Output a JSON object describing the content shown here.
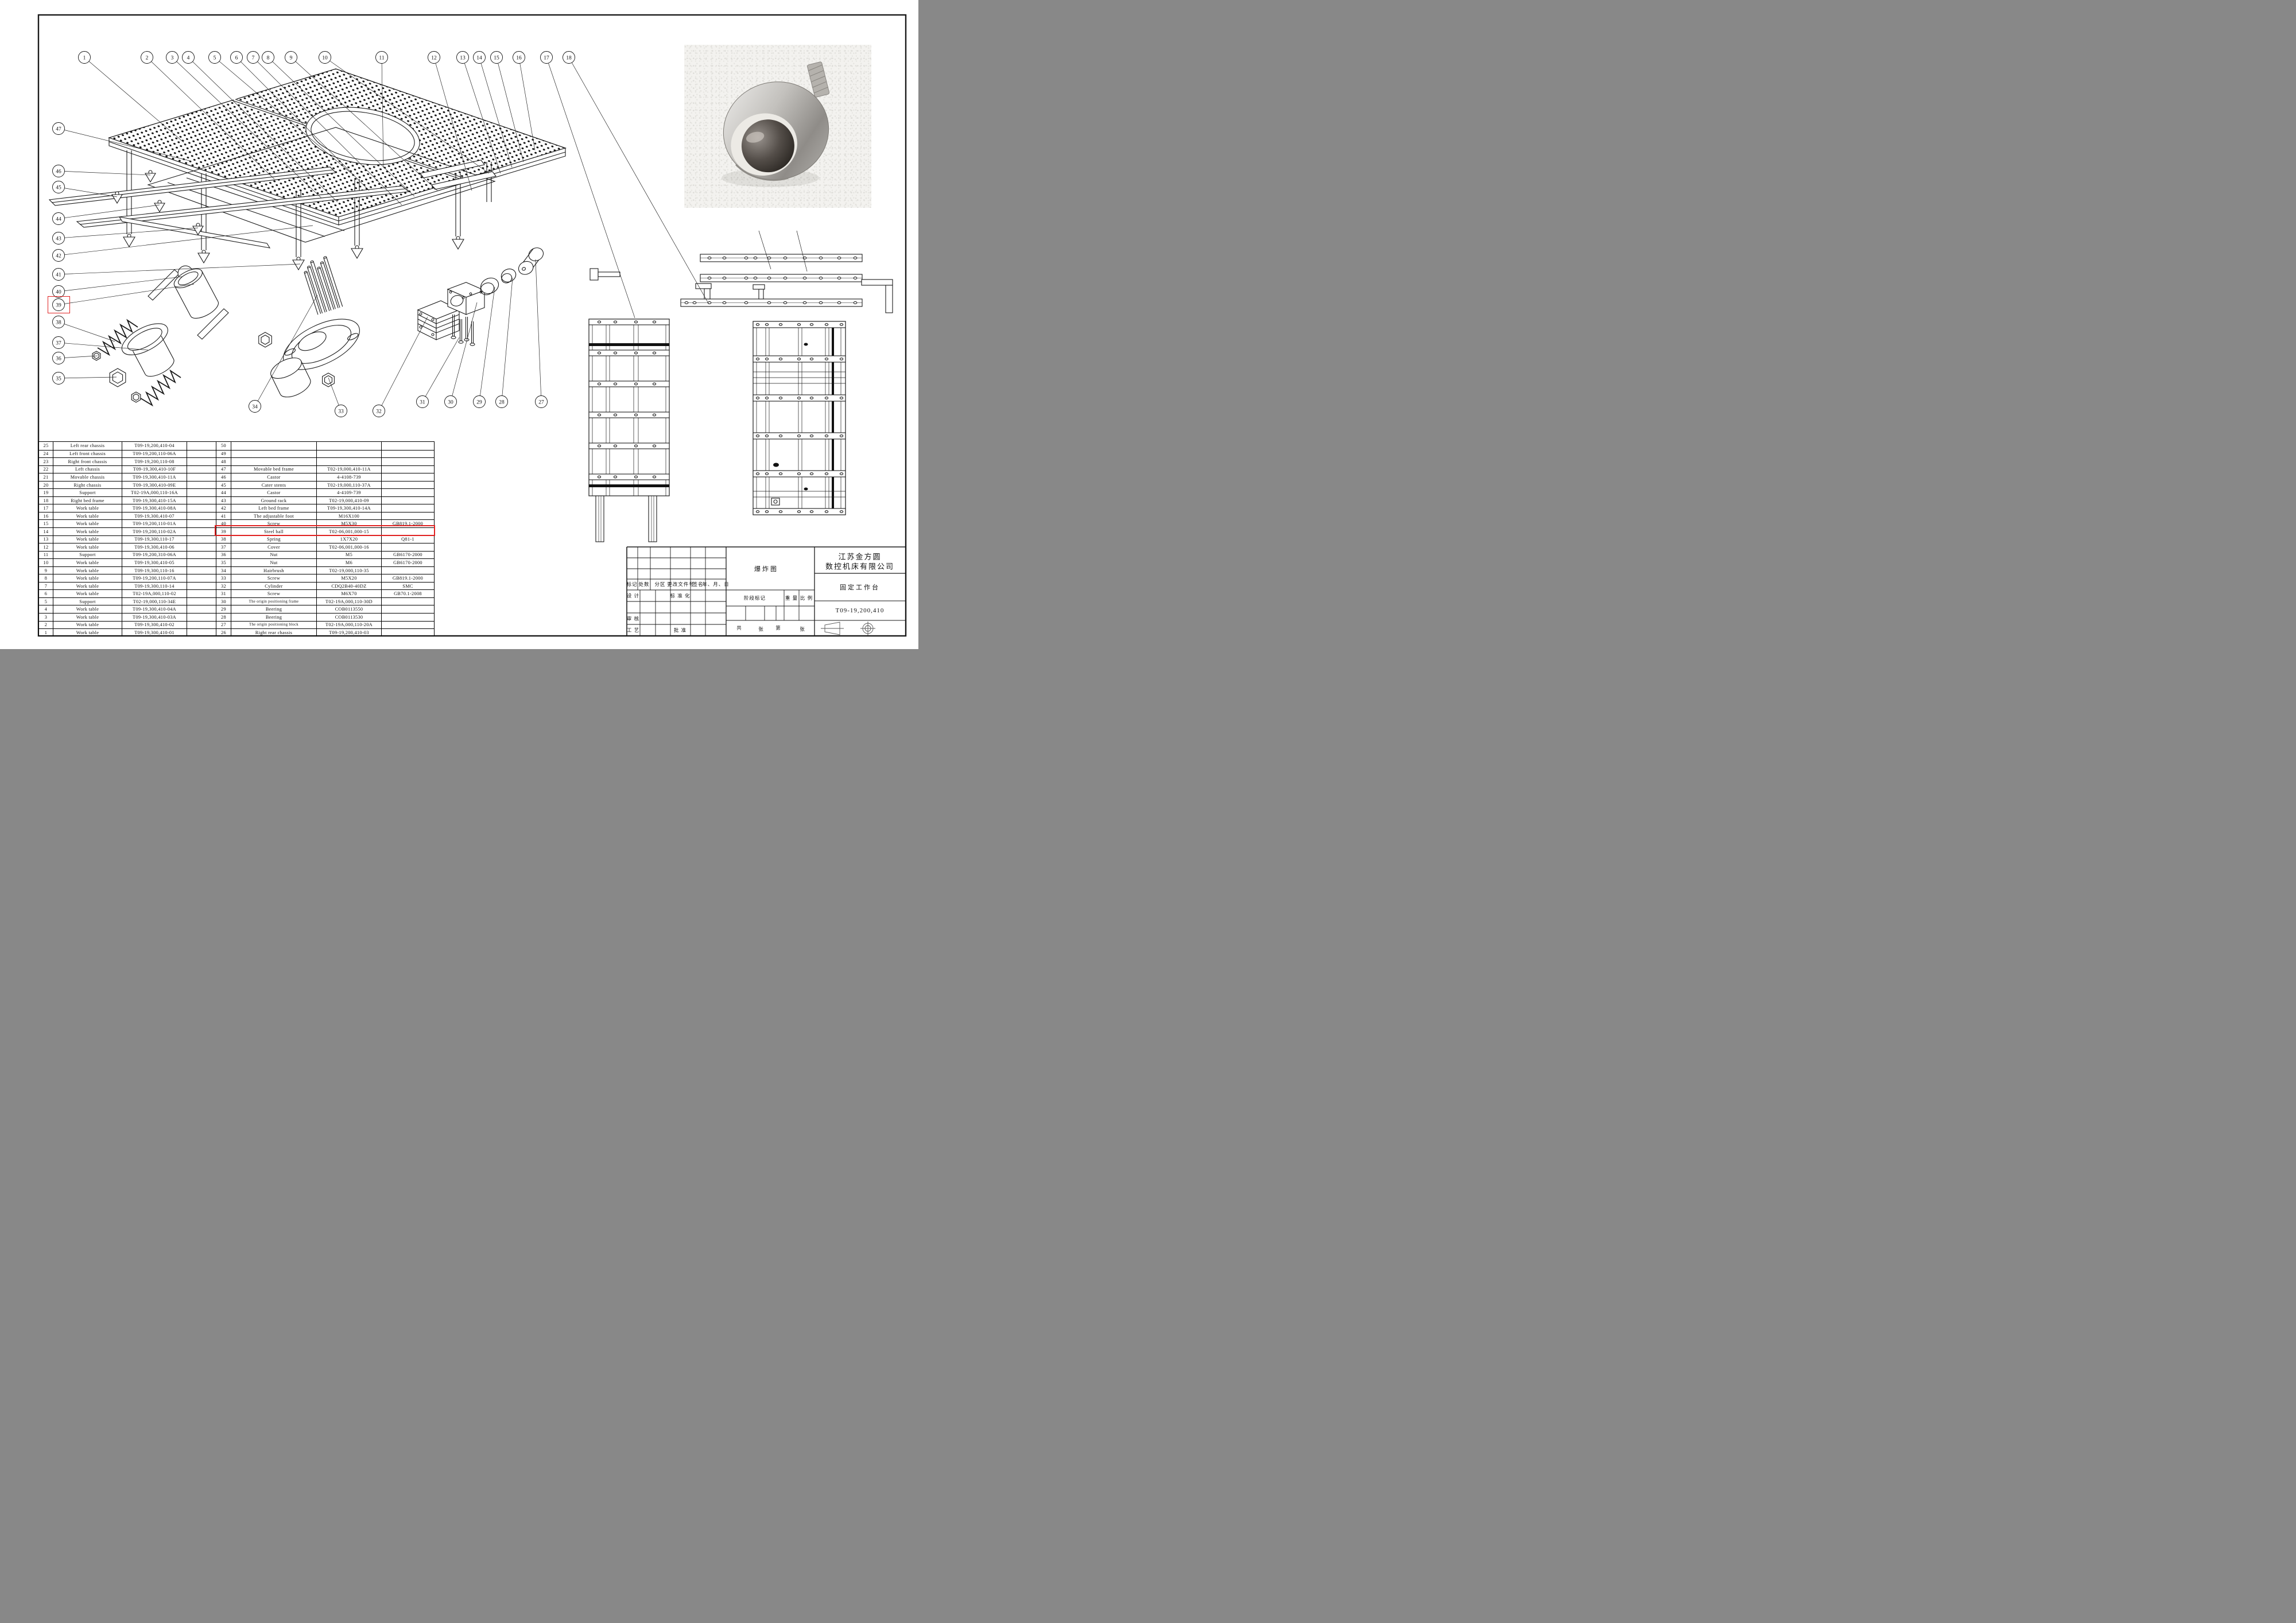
{
  "sheet": {
    "kind": "exploded-assembly-drawing"
  },
  "callouts": {
    "top_labels": [
      "1",
      "2",
      "3",
      "4",
      "5",
      "6",
      "7",
      "8",
      "9",
      "10",
      "11",
      "12",
      "13",
      "14",
      "15",
      "16",
      "17",
      "18"
    ],
    "left_labels": [
      "47",
      "46",
      "45",
      "44",
      "43",
      "42",
      "41",
      "40",
      "39",
      "38",
      "37",
      "36",
      "35"
    ],
    "bottom_labels": [
      "34",
      "33",
      "32",
      "31",
      "30",
      "29",
      "28",
      "27"
    ],
    "highlighted": "39"
  },
  "parts_table": {
    "left_rows": [
      {
        "no": "25",
        "name": "Left rear chassis",
        "part_no": "T09-19,200,410-04",
        "std": ""
      },
      {
        "no": "24",
        "name": "Left front chassis",
        "part_no": "T09-19,200,110-06A",
        "std": ""
      },
      {
        "no": "23",
        "name": "Right front chassis",
        "part_no": "T09-19,200,110-08",
        "std": ""
      },
      {
        "no": "22",
        "name": "Left chassis",
        "part_no": "T09-19,300,410-10F",
        "std": ""
      },
      {
        "no": "21",
        "name": "Movable chassis",
        "part_no": "T09-19,300,410-11A",
        "std": ""
      },
      {
        "no": "20",
        "name": "Right chassis",
        "part_no": "T09-19,300,410-09E",
        "std": ""
      },
      {
        "no": "19",
        "name": "Support",
        "part_no": "T02-19A,000,110-16A",
        "std": ""
      },
      {
        "no": "18",
        "name": "Right bed frame",
        "part_no": "T09-19,300,410-15A",
        "std": ""
      },
      {
        "no": "17",
        "name": "Work table",
        "part_no": "T09-19,300,410-08A",
        "std": ""
      },
      {
        "no": "16",
        "name": "Work table",
        "part_no": "T09-19,300,410-07",
        "std": ""
      },
      {
        "no": "15",
        "name": "Work table",
        "part_no": "T09-19,200,110-01A",
        "std": ""
      },
      {
        "no": "14",
        "name": "Work table",
        "part_no": "T09-19,200,110-02A",
        "std": ""
      },
      {
        "no": "13",
        "name": "Work table",
        "part_no": "T09-19,300,110-17",
        "std": ""
      },
      {
        "no": "12",
        "name": "Work table",
        "part_no": "T09-19,300,410-06",
        "std": ""
      },
      {
        "no": "11",
        "name": "Support",
        "part_no": "T09-19,200,310-06A",
        "std": ""
      },
      {
        "no": "10",
        "name": "Work table",
        "part_no": "T09-19,300,410-05",
        "std": ""
      },
      {
        "no": "9",
        "name": "Work table",
        "part_no": "T09-19,300,110-16",
        "std": ""
      },
      {
        "no": "8",
        "name": "Work table",
        "part_no": "T09-19,200,110-07A",
        "std": ""
      },
      {
        "no": "7",
        "name": "Work table",
        "part_no": "T09-19,300,110-14",
        "std": ""
      },
      {
        "no": "6",
        "name": "Work table",
        "part_no": "T02-19A,000,110-02",
        "std": ""
      },
      {
        "no": "5",
        "name": "Support",
        "part_no": "T02-19,000,110-34E",
        "std": ""
      },
      {
        "no": "4",
        "name": "Work table",
        "part_no": "T09-19,300,410-04A",
        "std": ""
      },
      {
        "no": "3",
        "name": "Work table",
        "part_no": "T09-19,300,410-03A",
        "std": ""
      },
      {
        "no": "2",
        "name": "Work table",
        "part_no": "T09-19,300,410-02",
        "std": ""
      },
      {
        "no": "1",
        "name": "Work table",
        "part_no": "T09-19,300,410-01",
        "std": ""
      }
    ],
    "right_rows": [
      {
        "no": "50",
        "name": "",
        "part_no": "",
        "std": ""
      },
      {
        "no": "49",
        "name": "",
        "part_no": "",
        "std": ""
      },
      {
        "no": "48",
        "name": "",
        "part_no": "",
        "std": ""
      },
      {
        "no": "47",
        "name": "Movable bed frame",
        "part_no": "T02-19,000,410-11A",
        "std": ""
      },
      {
        "no": "46",
        "name": "Castor",
        "part_no": "4-4108-739",
        "std": ""
      },
      {
        "no": "45",
        "name": "Cater stents",
        "part_no": "T02-19,000,110-37A",
        "std": ""
      },
      {
        "no": "44",
        "name": "Castor",
        "part_no": "4-4109-739",
        "std": ""
      },
      {
        "no": "43",
        "name": "Ground rack",
        "part_no": "T02-19,000,410-09",
        "std": ""
      },
      {
        "no": "42",
        "name": "Left bed frame",
        "part_no": "T09-19,300,410-14A",
        "std": ""
      },
      {
        "no": "41",
        "name": "The adjustable foot",
        "part_no": "M16X100",
        "std": ""
      },
      {
        "no": "40",
        "name": "Screw",
        "part_no": "M5X30",
        "std": "GB819.1-2000"
      },
      {
        "no": "39",
        "name": "Steel ball",
        "part_no": "T02-06,001,000-15",
        "std": ""
      },
      {
        "no": "38",
        "name": "Spring",
        "part_no": "1X7X20",
        "std": "Q81-1"
      },
      {
        "no": "37",
        "name": "Cover",
        "part_no": "T02-06,001,000-16",
        "std": ""
      },
      {
        "no": "36",
        "name": "Nut",
        "part_no": "M5",
        "std": "GB6170-2000"
      },
      {
        "no": "35",
        "name": "Nut",
        "part_no": "M6",
        "std": "GB6170-2000"
      },
      {
        "no": "34",
        "name": "Hairbrush",
        "part_no": "T02-19,000,110-35",
        "std": ""
      },
      {
        "no": "33",
        "name": "Screw",
        "part_no": "M5X20",
        "std": "GB819.1-2000"
      },
      {
        "no": "32",
        "name": "Cylinder",
        "part_no": "CDQ2B40-40DZ",
        "std": "SMC"
      },
      {
        "no": "31",
        "name": "Screw",
        "part_no": "M6X70",
        "std": "GB70.1-2008"
      },
      {
        "no": "30",
        "name": "The origin  positioning frame",
        "part_no": "T02-19A,000,110-30D",
        "std": ""
      },
      {
        "no": "29",
        "name": "Beering",
        "part_no": "COB0113550",
        "std": ""
      },
      {
        "no": "28",
        "name": "Beering",
        "part_no": "COB0113530",
        "std": ""
      },
      {
        "no": "27",
        "name": "The origin  positioning block",
        "part_no": "T02-19A,000,110-20A",
        "std": ""
      },
      {
        "no": "26",
        "name": "Right rear chassis",
        "part_no": "T09-19,200,410-03",
        "std": ""
      }
    ]
  },
  "title_block": {
    "revision_header": [
      "标记",
      "处数",
      "分区",
      "更改文件号",
      "签名",
      "年、月、日"
    ],
    "role_design": "设 计",
    "role_standardization": "标 准 化",
    "role_review": "审  核",
    "role_process": "工  艺",
    "role_approve": "批  准",
    "stage_label": "阶段标记",
    "weight_label": "重 量",
    "scale_label": "比 例",
    "sheet_total_label": "共",
    "sheet_unit1": "张",
    "sheet_page_label": "第",
    "sheet_unit2": "张",
    "drawing_type": "爆炸图",
    "company_line1": "江苏金方圆",
    "company_line2": "数控机床有限公司",
    "product": "固定工作台",
    "drawing_no": "T09-19,200,410"
  }
}
